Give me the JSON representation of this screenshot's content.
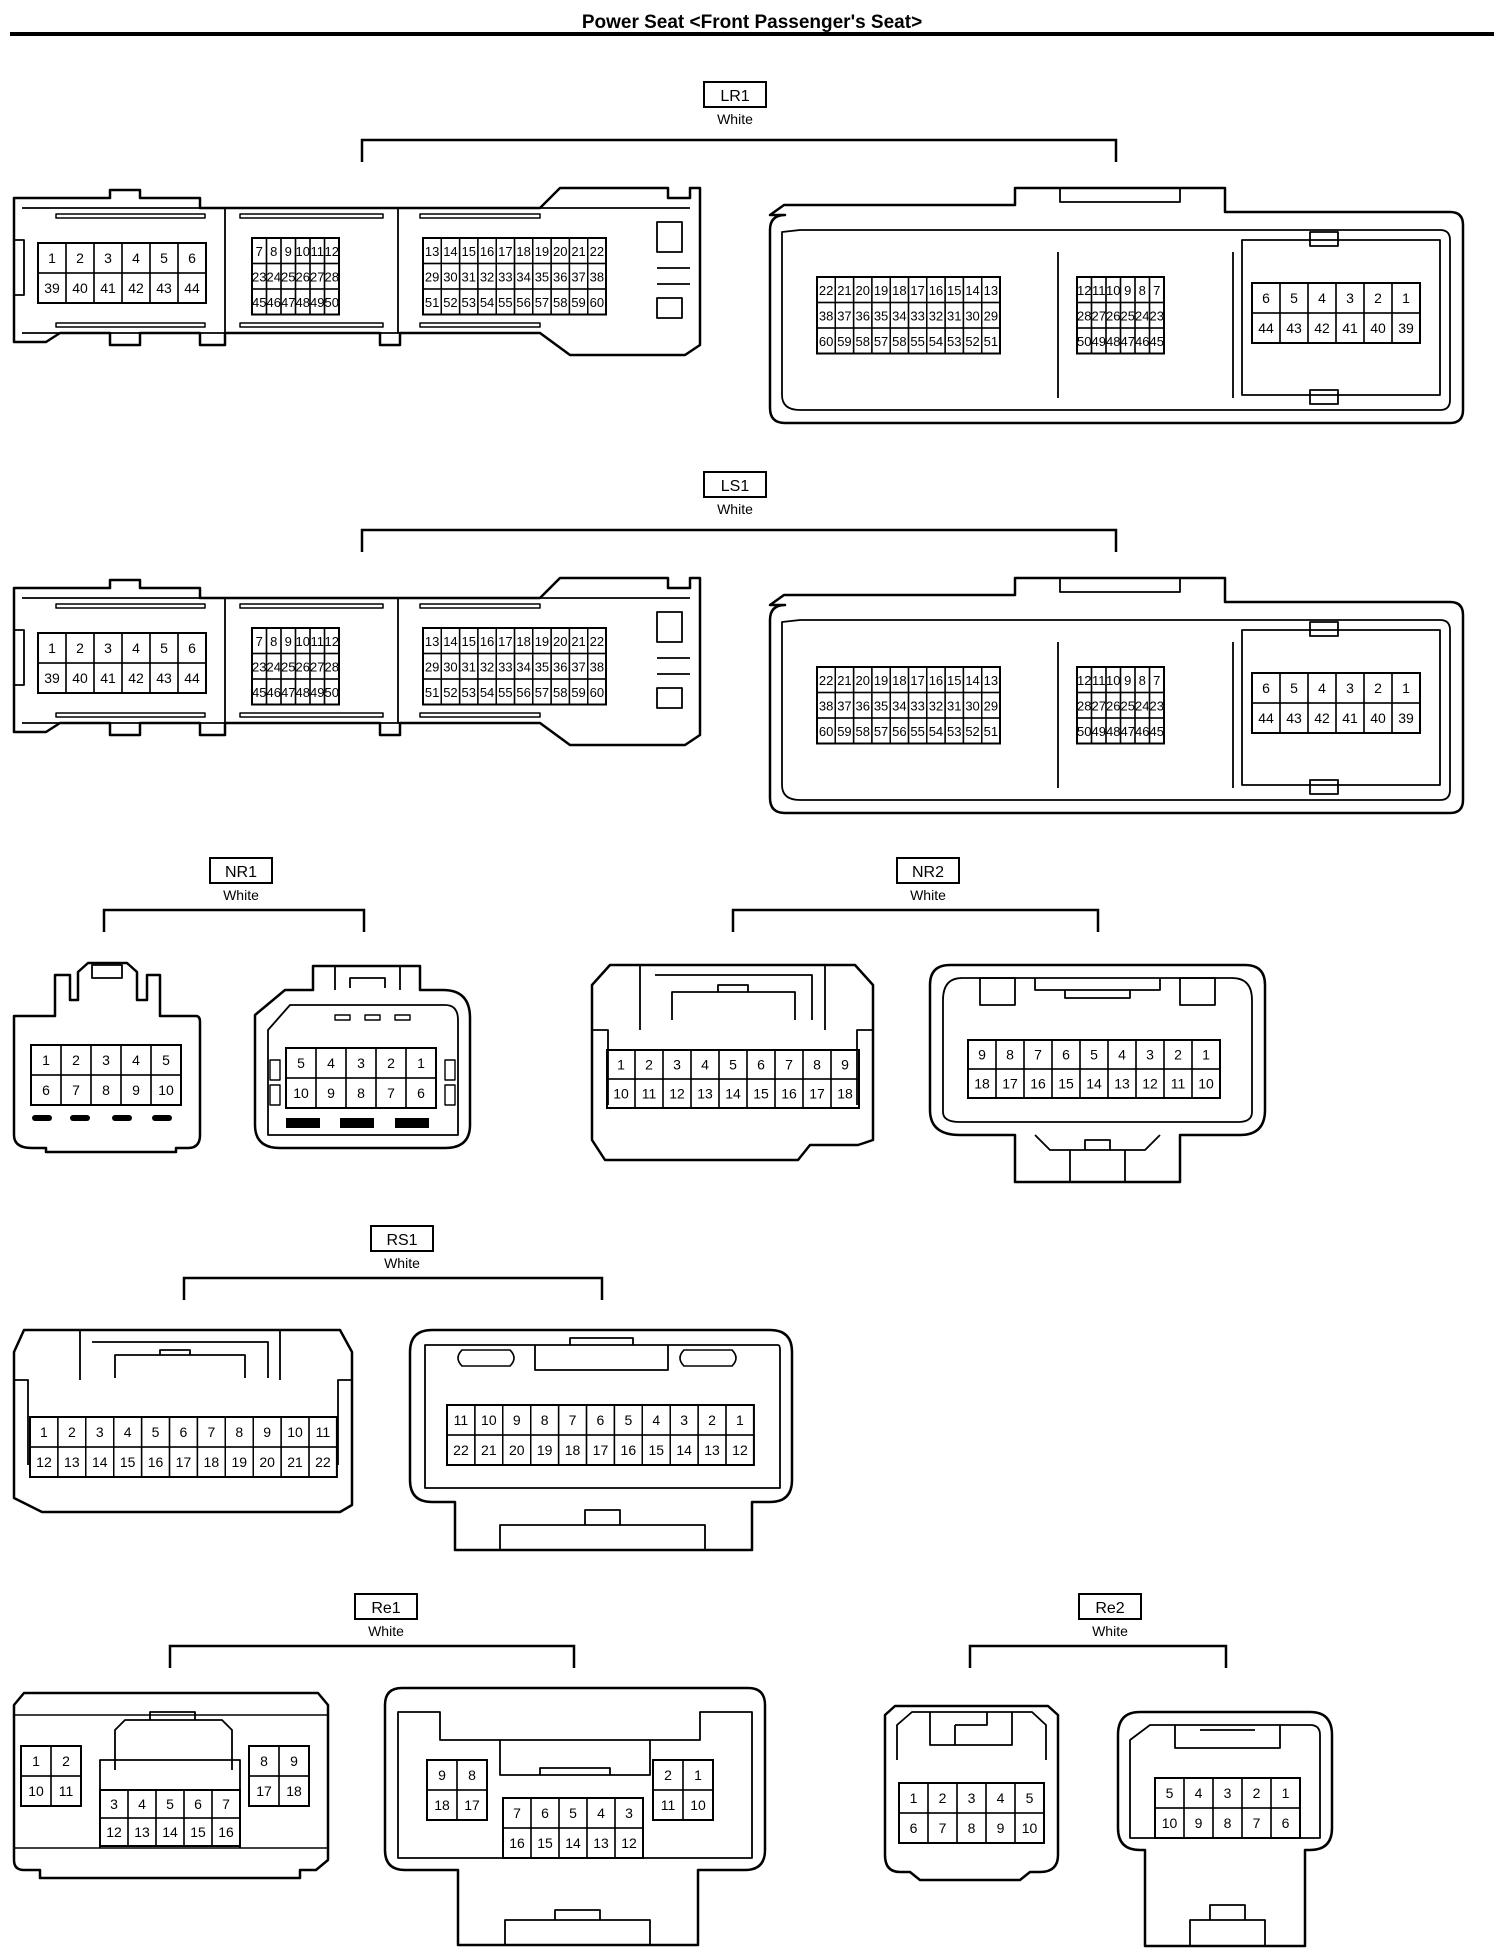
{
  "page_title": "Power Seat <Front Passenger's Seat>",
  "connectors": [
    {
      "id": "LR1",
      "color": "White",
      "views": [
        {
          "side": "female",
          "grid": [
            [
              "1",
              "2",
              "3",
              "4",
              "5",
              "6"
            ],
            [
              "39",
              "40",
              "41",
              "42",
              "43",
              "44"
            ],
            [
              "7",
              "8",
              "9",
              "10",
              "11",
              "12"
            ],
            [
              "23",
              "24",
              "25",
              "26",
              "27",
              "28"
            ],
            [
              "45",
              "46",
              "47",
              "48",
              "49",
              "50"
            ],
            [
              "13",
              "14",
              "15",
              "16",
              "17",
              "18",
              "19",
              "20",
              "21",
              "22"
            ],
            [
              "29",
              "30",
              "31",
              "32",
              "33",
              "34",
              "35",
              "36",
              "37",
              "38"
            ],
            [
              "51",
              "52",
              "53",
              "54",
              "55",
              "56",
              "57",
              "58",
              "59",
              "60"
            ]
          ]
        },
        {
          "side": "male",
          "grid": [
            [
              "22",
              "21",
              "20",
              "19",
              "18",
              "17",
              "16",
              "15",
              "14",
              "13"
            ],
            [
              "38",
              "37",
              "36",
              "35",
              "34",
              "33",
              "32",
              "31",
              "30",
              "29"
            ],
            [
              "60",
              "59",
              "58",
              "57",
              "58",
              "55",
              "54",
              "53",
              "52",
              "51"
            ],
            [
              "12",
              "11",
              "10",
              "9",
              "8",
              "7"
            ],
            [
              "28",
              "27",
              "26",
              "25",
              "24",
              "23"
            ],
            [
              "50",
              "49",
              "48",
              "47",
              "46",
              "45"
            ],
            [
              "6",
              "5",
              "4",
              "3",
              "2",
              "1"
            ],
            [
              "44",
              "43",
              "42",
              "41",
              "40",
              "39"
            ]
          ]
        }
      ]
    },
    {
      "id": "LS1",
      "color": "White",
      "views": [
        {
          "side": "female",
          "grid": [
            [
              "1",
              "2",
              "3",
              "4",
              "5",
              "6"
            ],
            [
              "39",
              "40",
              "41",
              "42",
              "43",
              "44"
            ],
            [
              "7",
              "8",
              "9",
              "10",
              "11",
              "12"
            ],
            [
              "23",
              "24",
              "25",
              "26",
              "27",
              "28"
            ],
            [
              "45",
              "46",
              "47",
              "48",
              "49",
              "50"
            ],
            [
              "13",
              "14",
              "15",
              "16",
              "17",
              "18",
              "19",
              "20",
              "21",
              "22"
            ],
            [
              "29",
              "30",
              "31",
              "32",
              "33",
              "34",
              "35",
              "36",
              "37",
              "38"
            ],
            [
              "51",
              "52",
              "53",
              "54",
              "55",
              "56",
              "57",
              "58",
              "59",
              "60"
            ]
          ]
        },
        {
          "side": "male",
          "grid": [
            [
              "22",
              "21",
              "20",
              "19",
              "18",
              "17",
              "16",
              "15",
              "14",
              "13"
            ],
            [
              "38",
              "37",
              "36",
              "35",
              "34",
              "33",
              "32",
              "31",
              "30",
              "29"
            ],
            [
              "60",
              "59",
              "58",
              "57",
              "56",
              "55",
              "54",
              "53",
              "52",
              "51"
            ],
            [
              "12",
              "11",
              "10",
              "9",
              "8",
              "7"
            ],
            [
              "28",
              "27",
              "26",
              "25",
              "24",
              "23"
            ],
            [
              "50",
              "49",
              "48",
              "47",
              "46",
              "45"
            ],
            [
              "6",
              "5",
              "4",
              "3",
              "2",
              "1"
            ],
            [
              "44",
              "43",
              "42",
              "41",
              "40",
              "39"
            ]
          ]
        }
      ]
    },
    {
      "id": "NR1",
      "color": "White",
      "views": [
        {
          "side": "female",
          "grid": [
            [
              "1",
              "2",
              "3",
              "4",
              "5"
            ],
            [
              "6",
              "7",
              "8",
              "9",
              "10"
            ]
          ]
        },
        {
          "side": "male",
          "grid": [
            [
              "5",
              "4",
              "3",
              "2",
              "1"
            ],
            [
              "10",
              "9",
              "8",
              "7",
              "6"
            ]
          ]
        }
      ]
    },
    {
      "id": "NR2",
      "color": "White",
      "views": [
        {
          "side": "female",
          "grid": [
            [
              "1",
              "2",
              "3",
              "4",
              "5",
              "6",
              "7",
              "8",
              "9"
            ],
            [
              "10",
              "11",
              "12",
              "13",
              "14",
              "15",
              "16",
              "17",
              "18"
            ]
          ]
        },
        {
          "side": "male",
          "grid": [
            [
              "9",
              "8",
              "7",
              "6",
              "5",
              "4",
              "3",
              "2",
              "1"
            ],
            [
              "18",
              "17",
              "16",
              "15",
              "14",
              "13",
              "12",
              "11",
              "10"
            ]
          ]
        }
      ]
    },
    {
      "id": "RS1",
      "color": "White",
      "views": [
        {
          "side": "female",
          "grid": [
            [
              "1",
              "2",
              "3",
              "4",
              "5",
              "6",
              "7",
              "8",
              "9",
              "10",
              "11"
            ],
            [
              "12",
              "13",
              "14",
              "15",
              "16",
              "17",
              "18",
              "19",
              "20",
              "21",
              "22"
            ]
          ]
        },
        {
          "side": "male",
          "grid": [
            [
              "11",
              "10",
              "9",
              "8",
              "7",
              "6",
              "5",
              "4",
              "3",
              "2",
              "1"
            ],
            [
              "22",
              "21",
              "20",
              "19",
              "18",
              "17",
              "16",
              "15",
              "14",
              "13",
              "12"
            ]
          ]
        }
      ]
    },
    {
      "id": "Re1",
      "color": "White",
      "views": [
        {
          "side": "female",
          "grid": [
            [
              "1",
              "2"
            ],
            [
              "10",
              "11"
            ],
            [
              "3",
              "4",
              "5",
              "6",
              "7"
            ],
            [
              "12",
              "13",
              "14",
              "15",
              "16"
            ],
            [
              "8",
              "9"
            ],
            [
              "17",
              "18"
            ]
          ]
        },
        {
          "side": "male",
          "grid": [
            [
              "9",
              "8"
            ],
            [
              "18",
              "17"
            ],
            [
              "7",
              "6",
              "5",
              "4",
              "3"
            ],
            [
              "16",
              "15",
              "14",
              "13",
              "12"
            ],
            [
              "2",
              "1"
            ],
            [
              "11",
              "10"
            ]
          ]
        }
      ]
    },
    {
      "id": "Re2",
      "color": "White",
      "views": [
        {
          "side": "female",
          "grid": [
            [
              "1",
              "2",
              "3",
              "4",
              "5"
            ],
            [
              "6",
              "7",
              "8",
              "9",
              "10"
            ]
          ]
        },
        {
          "side": "male",
          "grid": [
            [
              "5",
              "4",
              "3",
              "2",
              "1"
            ],
            [
              "10",
              "9",
              "8",
              "7",
              "6"
            ]
          ]
        }
      ]
    }
  ]
}
